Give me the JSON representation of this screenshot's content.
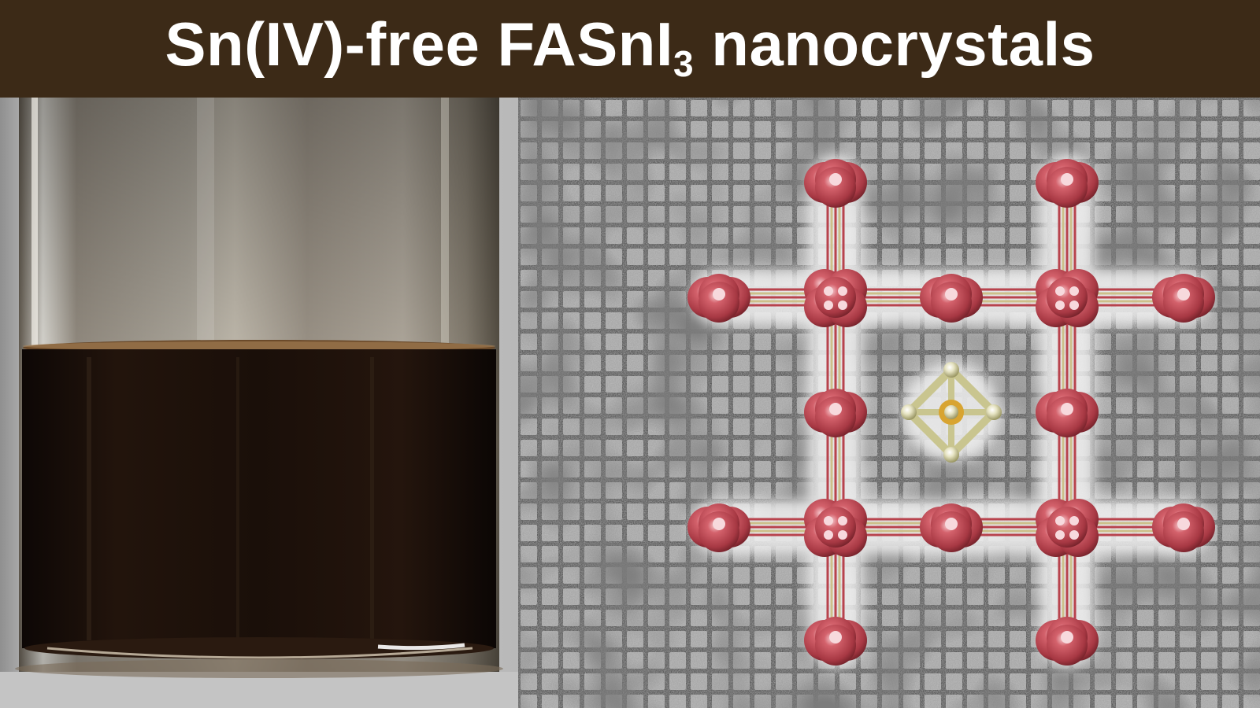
{
  "title": {
    "main": "Sn(IV)-free FASnI",
    "subscript": "3",
    "suffix": " nanocrystals"
  },
  "colors": {
    "banner": "#3c2a17",
    "title_text": "#ffffff",
    "liquid": "#1c100a",
    "iodide_atom": "#b8434d",
    "bond_gold": "#cdbf8a",
    "fa_cation": "#c9c58f"
  }
}
